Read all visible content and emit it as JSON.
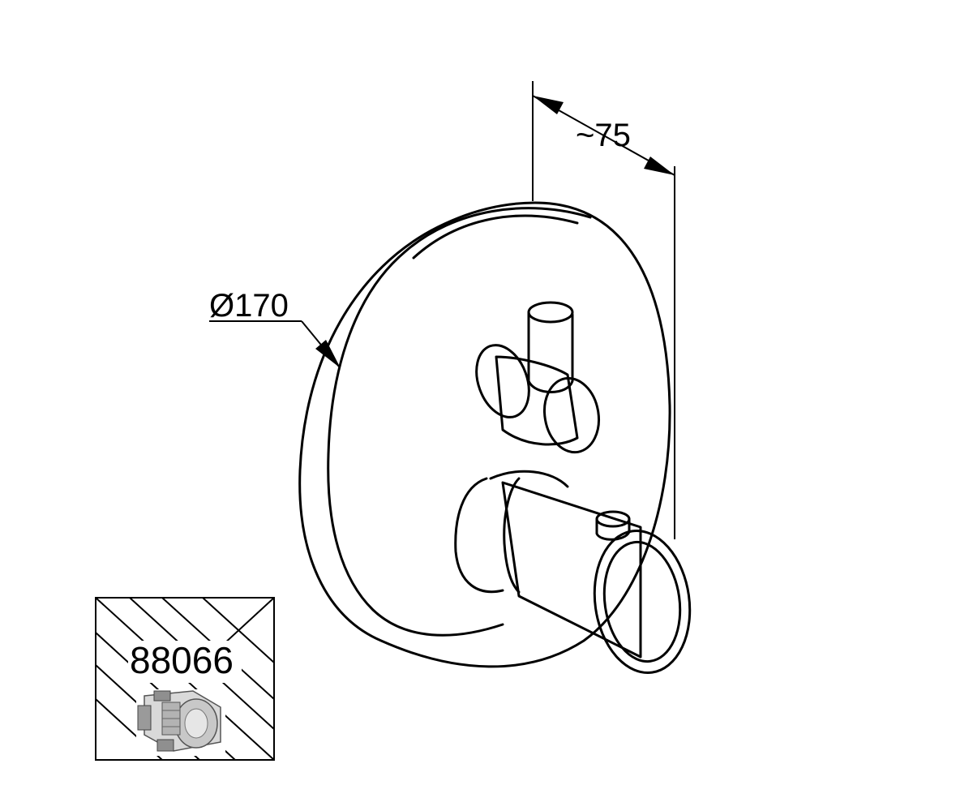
{
  "drawing": {
    "dimensions": {
      "depth_label": "~75",
      "diameter_label": "Ø170"
    },
    "inset": {
      "part_number": "88066"
    }
  }
}
